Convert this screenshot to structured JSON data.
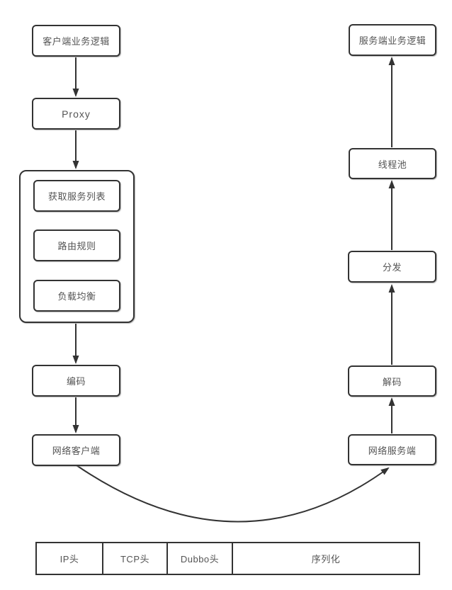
{
  "diagram": {
    "client_flow": {
      "client_logic": "客户端业务逻辑",
      "proxy": "Proxy",
      "cluster_steps": {
        "get_service_list": "获取服务列表",
        "routing_rules": "路由规则",
        "load_balance": "负载均衡"
      },
      "encode": "编码",
      "network_client": "网络客户端"
    },
    "server_flow": {
      "server_logic": "服务端业务逻辑",
      "thread_pool": "线程池",
      "dispatch": "分发",
      "decode": "解码",
      "network_server": "网络服务端"
    },
    "packet_segments": [
      "IP头",
      "TCP头",
      "Dubbo头",
      "序列化"
    ],
    "colors": {
      "stroke": "#333333",
      "text": "#545454",
      "background": "#ffffff"
    }
  }
}
